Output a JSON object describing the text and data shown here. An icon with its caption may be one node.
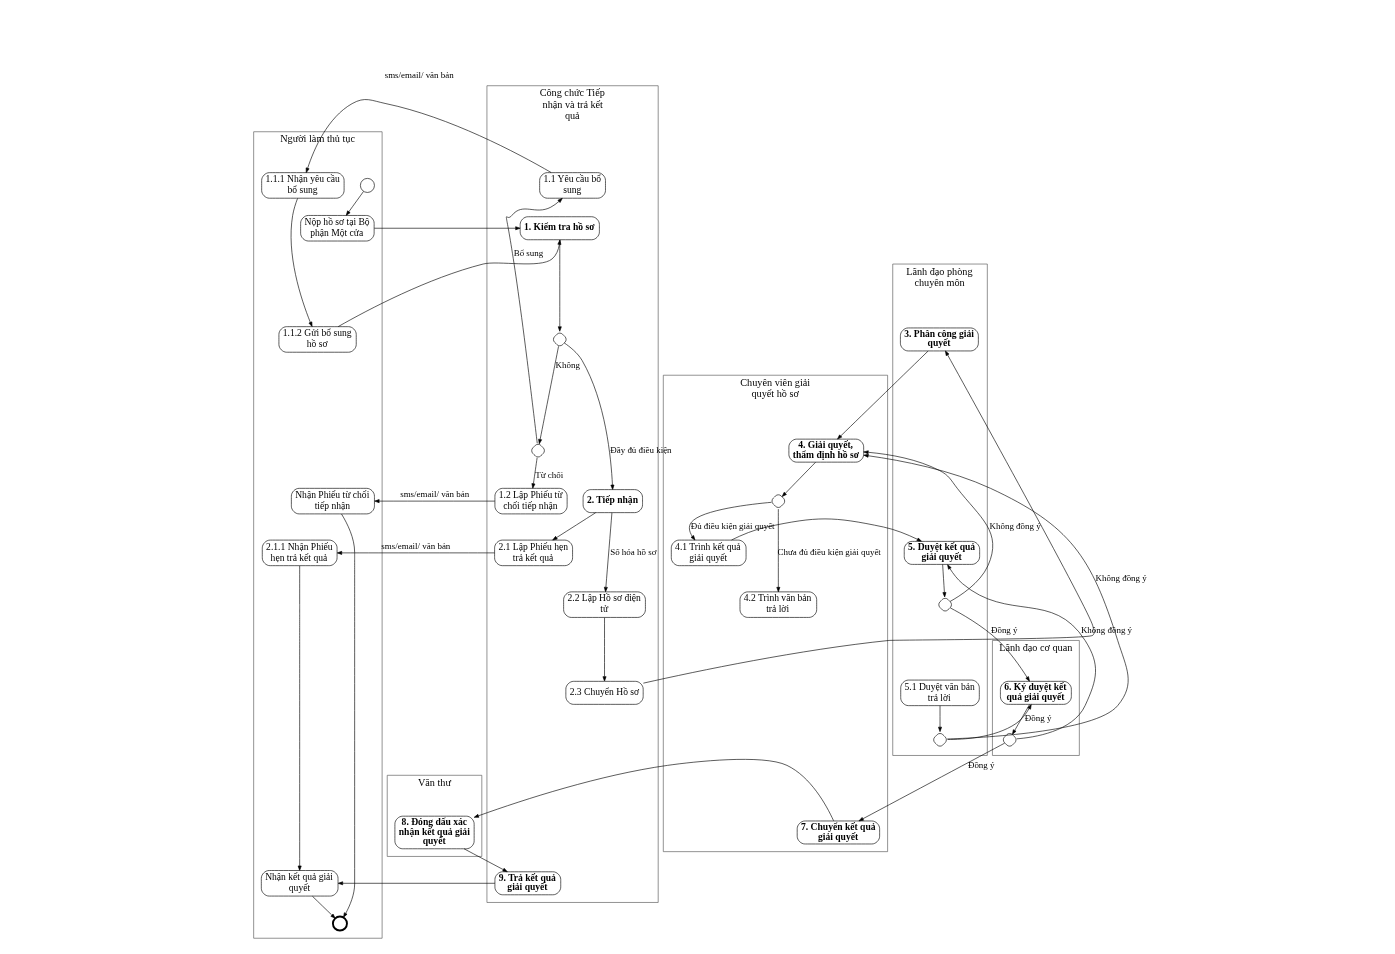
{
  "diagram": {
    "nodes": [
      {
        "text": [
          "Người làm thủ tục"
        ]
      },
      {
        "text": [
          "Công chức Tiếp nhận và trả kết quả"
        ]
      },
      {
        "text": [
          "Chuyên viên giải quyết hồ sơ"
        ]
      },
      {
        "text": [
          "Lãnh đạo phòng chuyên môn"
        ]
      },
      {
        "text": [
          "Lãnh đạo cơ quan"
        ]
      },
      {
        "text": [
          "Văn thư"
        ]
      },
      {
        "text": [],
        "shape": "circle",
        "in": 0
      },
      {
        "text": [
          "Nộp hồ sơ tại Bộ phận Một cửa"
        ],
        "in": 0
      },
      {
        "text": [
          "1.1.2 Gửi bổ sung hồ sơ"
        ],
        "in": 0
      },
      {
        "text": [
          "1.1.1 Nhận yêu cầu bổ sung"
        ],
        "in": 0
      },
      {
        "text": [
          "Nhận Phiếu từ chối tiếp nhận"
        ],
        "in": 0
      },
      {
        "text": [
          "2.1.1 Nhận Phiếu hẹn trả kết quả"
        ],
        "in": 0
      },
      {
        "text": [
          "Nhận kết quả giải quyết"
        ],
        "in": 0
      },
      {
        "text": [],
        "shape": "circle",
        "in": 0
      },
      {
        "text": [
          "1. Kiểm tra hồ sơ"
        ],
        "in": 1
      },
      {
        "text": [],
        "shape": "diamond",
        "in": 1
      },
      {
        "text": [
          "1.1 Yêu cầu bổ sung"
        ],
        "in": 1
      },
      {
        "text": [],
        "shape": "diamond",
        "in": 1
      },
      {
        "text": [
          "1.2 Lập Phiếu từ chối tiếp nhận"
        ],
        "in": 1
      },
      {
        "text": [
          "2. Tiếp nhận"
        ],
        "in": 1
      },
      {
        "text": [
          "2.1 Lập Phiếu hẹn trả kết quả"
        ],
        "in": 1
      },
      {
        "text": [
          "2.2 Lập Hồ sơ điện tử"
        ],
        "in": 1
      },
      {
        "text": [
          "2.3 Chuyển Hồ sơ"
        ],
        "in": 1
      },
      {
        "text": [
          "9. Trả kết quả giải quyết"
        ],
        "in": 1
      },
      {
        "text": [
          "4. Giải quyết, thẩm định hồ sơ"
        ],
        "in": 2
      },
      {
        "text": [],
        "shape": "diamond",
        "in": 2
      },
      {
        "text": [
          "4.1 Trình kết quả giải quyết"
        ],
        "in": 2
      },
      {
        "text": [
          "4.2 Trình văn bản trả lời"
        ],
        "in": 2
      },
      {
        "text": [
          "7. Chuyển kết quả giải quyết"
        ],
        "in": 2
      },
      {
        "text": [
          "3. Phân công giải quyết"
        ],
        "in": 3
      },
      {
        "text": [
          "5. Duyệt kết quả giải quyết"
        ],
        "in": 3
      },
      {
        "text": [],
        "shape": "diamond",
        "in": 3
      },
      {
        "text": [
          "5.1 Duyệt văn bản trả lời"
        ],
        "in": 3
      },
      {
        "text": [],
        "shape": "diamond",
        "in": 3
      },
      {
        "text": [
          "6. Ký duyệt kết quả giải quyết"
        ],
        "in": 4
      },
      {
        "text": [],
        "shape": "diamond",
        "in": 4
      },
      {
        "text": [
          "8. Đóng dấu xác nhận kết quả giải quyết"
        ],
        "in": 5
      }
    ],
    "edges": [
      {
        "from": 6,
        "to": 7,
        "arrow": "to"
      },
      {
        "from": 7,
        "to": 14,
        "arrow": "to"
      },
      {
        "from": 8,
        "to": 14,
        "arrow": "to"
      },
      {
        "from": 9,
        "to": 8,
        "arrow": "to"
      },
      {
        "from": 14,
        "to": 15,
        "arrow": "to"
      },
      {
        "from": 15,
        "to": 17,
        "arrow": "to",
        "label": "Không"
      },
      {
        "from": 15,
        "to": 19,
        "arrow": "to",
        "label": "Đầy đủ điều kiện"
      },
      {
        "from": 17,
        "to": 16,
        "arrow": "to",
        "label": "Bổ sung"
      },
      {
        "from": 17,
        "to": 18,
        "arrow": "to",
        "label": "Từ chối"
      },
      {
        "from": 16,
        "to": 9,
        "arrow": "to",
        "label": "sms/email/ văn bản"
      },
      {
        "from": 18,
        "to": 10,
        "arrow": "to",
        "label": "sms/email/ văn bản"
      },
      {
        "from": 10,
        "to": 13,
        "arrow": "to"
      },
      {
        "from": 19,
        "to": 20,
        "arrow": "to"
      },
      {
        "from": 20,
        "to": 11,
        "arrow": "to",
        "label": "sms/email/ văn bản"
      },
      {
        "from": 19,
        "to": 21,
        "arrow": "to",
        "label": "Số hóa hồ sơ"
      },
      {
        "from": 21,
        "to": 22,
        "arrow": "to"
      },
      {
        "from": 22,
        "to": 29,
        "arrow": "to"
      },
      {
        "from": 11,
        "to": 12,
        "arrow": "to"
      },
      {
        "from": 12,
        "to": 13,
        "arrow": "to"
      },
      {
        "from": 29,
        "to": 24,
        "arrow": "to"
      },
      {
        "from": 24,
        "to": 25,
        "arrow": "to"
      },
      {
        "from": 25,
        "to": 26,
        "arrow": "to",
        "label": "Đủ điều kiện giải quyết"
      },
      {
        "from": 25,
        "to": 27,
        "arrow": "to",
        "label": "Chưa đủ điều kiện giải quyết"
      },
      {
        "from": 26,
        "to": 30,
        "arrow": "to"
      },
      {
        "from": 30,
        "to": 31,
        "arrow": "to"
      },
      {
        "from": 31,
        "to": 24,
        "arrow": "to",
        "label": "Không đồng ý"
      },
      {
        "from": 31,
        "to": 34,
        "arrow": "to",
        "label": "Đồng ý"
      },
      {
        "from": 32,
        "to": 33,
        "arrow": "to"
      },
      {
        "from": 33,
        "to": 24,
        "arrow": "to",
        "label": "Không đồng ý"
      },
      {
        "from": 33,
        "to": 34,
        "arrow": "to",
        "label": "Đồng ý"
      },
      {
        "from": 34,
        "to": 35,
        "arrow": "to"
      },
      {
        "from": 35,
        "to": 30,
        "arrow": "to",
        "label": "Không đồng ý"
      },
      {
        "from": 35,
        "to": 28,
        "arrow": "to",
        "label": "Đồng ý"
      },
      {
        "from": 28,
        "to": 36,
        "arrow": "to"
      },
      {
        "from": 36,
        "to": 23,
        "arrow": "to"
      },
      {
        "from": 23,
        "to": 12,
        "arrow": "to"
      }
    ]
  }
}
